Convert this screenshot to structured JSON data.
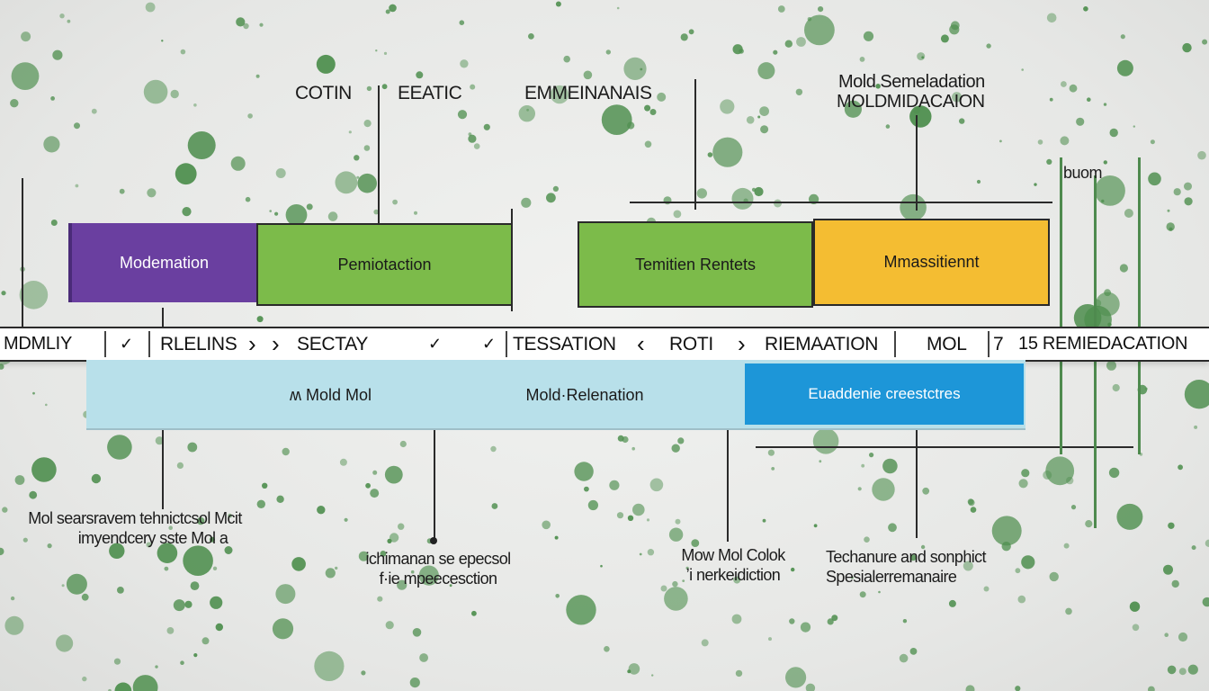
{
  "top_labels": {
    "cotin": "COTIN",
    "eeatic": "EEATIC",
    "emmeinanais": "EMMEINANAIS",
    "mold_line1": "Mold Semeladation",
    "mold_line2": "MOLDMIDACAION",
    "buom": "buom"
  },
  "phase_blocks": {
    "modemation": "Modemation",
    "pemiotaction": "Pemiotaction",
    "temitien_rentets": "Temitien Rentets",
    "mmasstient": "Mmassitiennt"
  },
  "timeline_strip": {
    "s1": "MDMLIY",
    "s2": "✓",
    "s3": "RLELINS",
    "s4": "›",
    "s5": "›",
    "s6": "SECTAY",
    "s7": "✓",
    "s8": "✓",
    "s9": "TESSATION",
    "s10": "‹",
    "s11": "ROTI",
    "s12": "›",
    "s13": "RIEMAATION",
    "s14": "MOL",
    "s15": "7",
    "s16": "15 REMIEDACATION"
  },
  "lower_blocks": {
    "mold_mol": "ʍ Mold Mol",
    "mold_relenation": "Mold·Relenation",
    "euaddenie": "Euaddenie creestctres"
  },
  "bottom_labels": {
    "b1_line1": "Mol searsravem tehnictcsol Mcit",
    "b1_line2": "imyendcery sste Mol a",
    "b2_line1": "ichimanan se epecsol",
    "b2_line2": "f·ie mpeecesction",
    "b3_line1": "Mow Mol Colok",
    "b3_line2": "ʼi nerkeidiction",
    "b4_line1": "Techanure and sonphict",
    "b4_line2": "Spesialerremanaire"
  },
  "colors": {
    "purple": "#6a3fa0",
    "green": "#7cbb4a",
    "yellow": "#f4bd32",
    "light_blue": "#b8e0ea",
    "blue": "#1d96d8",
    "mold_green": "#4f8f4f"
  }
}
